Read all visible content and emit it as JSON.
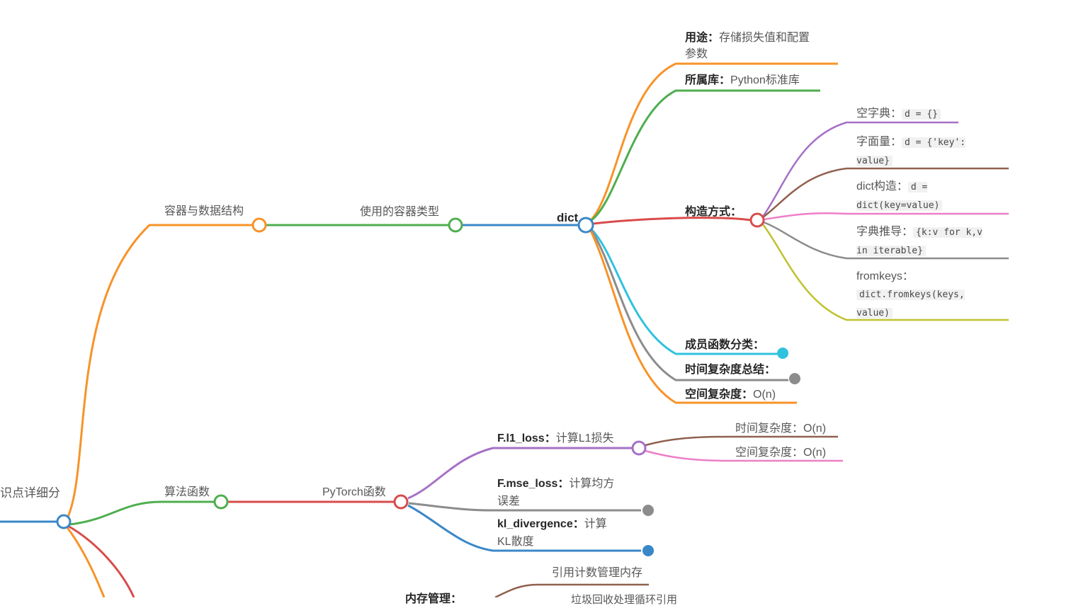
{
  "palette": {
    "orange": "#F79329",
    "green": "#4FAE4F",
    "red": "#D84C4B",
    "blue": "#3A87C8",
    "cyan": "#2FC2DE",
    "purple": "#A571C6",
    "brown": "#90614F",
    "pink": "#ED7FC7",
    "gray": "#8C8C8C",
    "olive": "#BFC22E",
    "code_bg": "#F1F1F1",
    "text": "#575757",
    "bold_text": "#262626"
  },
  "nodes": {
    "root": {
      "label": "识点详细分"
    },
    "containers": {
      "label": "容器与数据结构"
    },
    "containerType": {
      "label": "使用的容器类型"
    },
    "dict": {
      "label": "dict"
    },
    "usage": {
      "label": "用途：",
      "text": "存储损失值和配置参数"
    },
    "library": {
      "label": "所属库：",
      "text": "Python标准库"
    },
    "construction": {
      "label": "构造方式："
    },
    "emptyDict": {
      "label": "空字典：",
      "code": "d = {}"
    },
    "literal": {
      "label": "字面量：",
      "code": "d = {'key': value}"
    },
    "dictCtor": {
      "label": "dict构造：",
      "code": "d = dict(key=value)"
    },
    "comprehension": {
      "label": "字典推导：",
      "code": "{k:v for k,v in iterable}"
    },
    "fromkeys": {
      "label": "fromkeys：",
      "code": "dict.fromkeys(keys, value)"
    },
    "memberFuncs": {
      "label": "成员函数分类："
    },
    "timeSummary": {
      "label": "时间复杂度总结："
    },
    "spaceComplexity": {
      "label": "空间复杂度：",
      "text": "O(n)"
    },
    "algorithms": {
      "label": "算法函数"
    },
    "pytorch": {
      "label": "PyTorch函数"
    },
    "l1Loss": {
      "label": "F.l1_loss：",
      "text": "计算L1损失"
    },
    "l1Time": {
      "label": "时间复杂度：",
      "text": "O(n)"
    },
    "l1Space": {
      "label": "空间复杂度：",
      "text": "O(n)"
    },
    "mseLoss": {
      "label": "F.mse_loss：",
      "text": "计算均方误差"
    },
    "klDivergence": {
      "label": "kl_divergence：",
      "text": "计算KL散度"
    },
    "refCounting": {
      "label": "引用计数管理内存"
    },
    "memoryPartial": {
      "label": "内存管理："
    },
    "gcPartial": {
      "label": "垃圾回收处理循环引用"
    }
  }
}
